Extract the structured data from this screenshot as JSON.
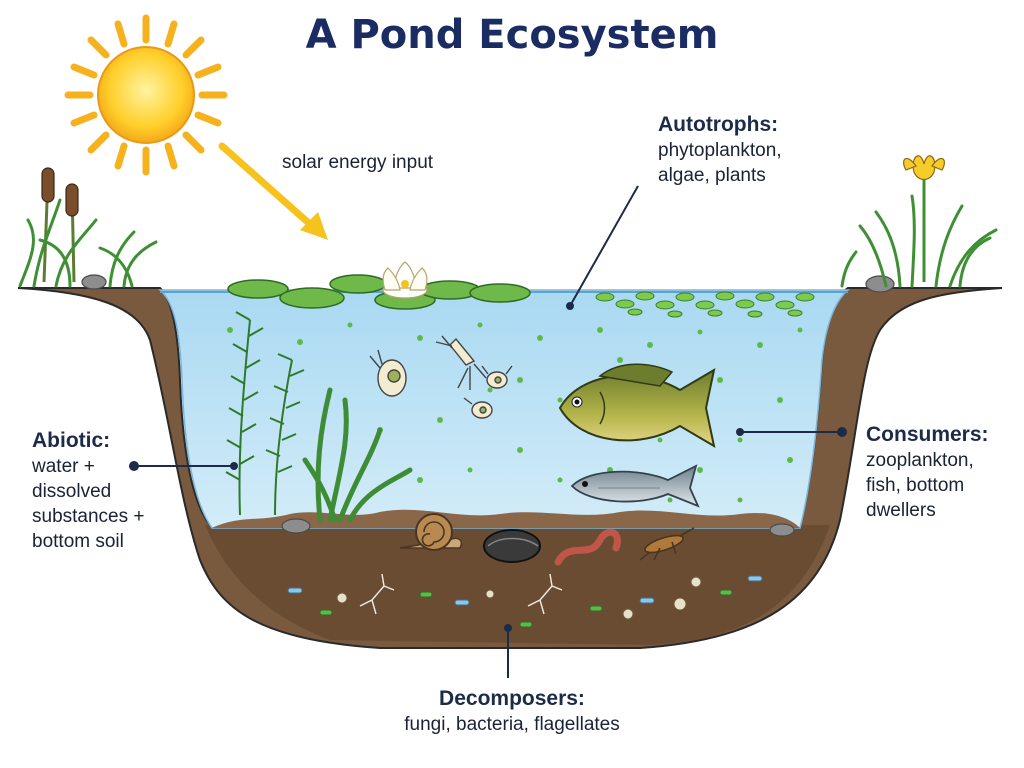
{
  "title": "A Pond Ecosystem",
  "solar": "solar energy input",
  "labels": {
    "autotrophs": {
      "head": "Autotrophs:",
      "lines": [
        "phytoplankton,",
        "algae, plants"
      ]
    },
    "abiotic": {
      "head": "Abiotic:",
      "lines": [
        "water +",
        "dissolved",
        "substances +",
        "bottom soil"
      ]
    },
    "consumers": {
      "head": "Consumers:",
      "lines": [
        "zooplankton,",
        "fish, bottom",
        "dwellers"
      ]
    },
    "decomposers": {
      "head": "Decomposers:",
      "lines": [
        "fungi, bacteria, flagellates"
      ]
    }
  },
  "colors": {
    "title": "#1b2c63",
    "water": "#bfe3f5",
    "soil": "#6e4f36",
    "leader": "#1d2b4a"
  }
}
